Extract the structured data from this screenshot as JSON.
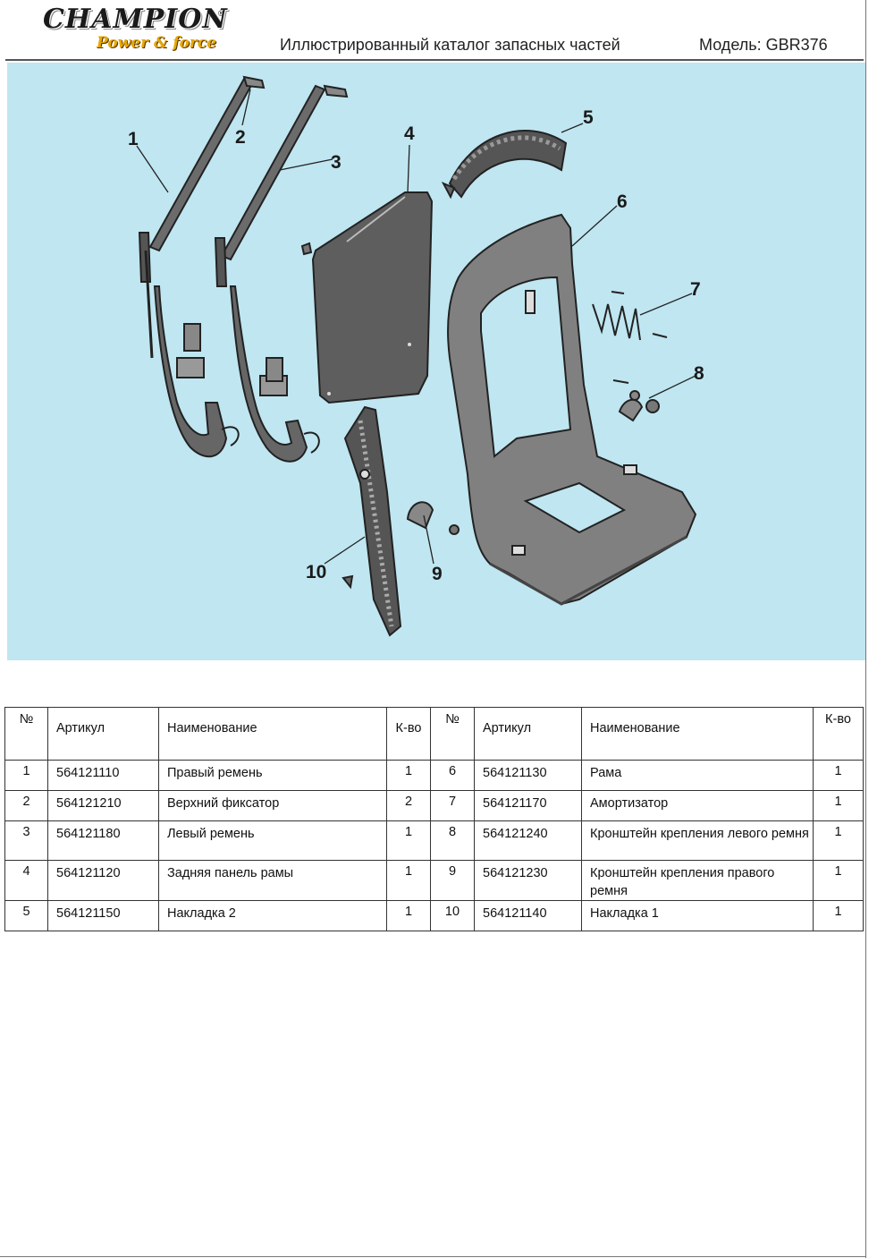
{
  "header": {
    "logo_main": "CHAMPION",
    "logo_sub": "Power & force",
    "logo_reg": "®",
    "title": "Иллюстрированный каталог запасных частей",
    "model": "Модель: GBR376"
  },
  "diagram": {
    "callouts": [
      "1",
      "2",
      "3",
      "4",
      "5",
      "6",
      "7",
      "8",
      "9",
      "10"
    ],
    "background": "#bfe6f1"
  },
  "table": {
    "headers": {
      "num": "№",
      "article": "Артикул",
      "name": "Наименование",
      "qty": "К-во"
    },
    "rows": [
      {
        "l_num": "1",
        "l_art": "564121110",
        "l_name": "Правый ремень",
        "l_qty": "1",
        "r_num": "6",
        "r_art": "564121130",
        "r_name": "Рама",
        "r_qty": "1"
      },
      {
        "l_num": "2",
        "l_art": "564121210",
        "l_name": "Верхний фиксатор",
        "l_qty": "2",
        "r_num": "7",
        "r_art": "564121170",
        "r_name": "Амортизатор",
        "r_qty": "1"
      },
      {
        "l_num": "3",
        "l_art": "564121180",
        "l_name": "Левый ремень",
        "l_qty": "1",
        "r_num": "8",
        "r_art": "564121240",
        "r_name": "Кронштейн крепления левого ремня",
        "r_qty": "1"
      },
      {
        "l_num": "4",
        "l_art": "564121120",
        "l_name": "Задняя панель рамы",
        "l_qty": "1",
        "r_num": "9",
        "r_art": "564121230",
        "r_name": "Кронштейн крепления правого ремня",
        "r_qty": "1"
      },
      {
        "l_num": "5",
        "l_art": "564121150",
        "l_name": "Накладка 2",
        "l_qty": "1",
        "r_num": "10",
        "r_art": "564121140",
        "r_name": "Накладка 1",
        "r_qty": "1"
      }
    ]
  }
}
